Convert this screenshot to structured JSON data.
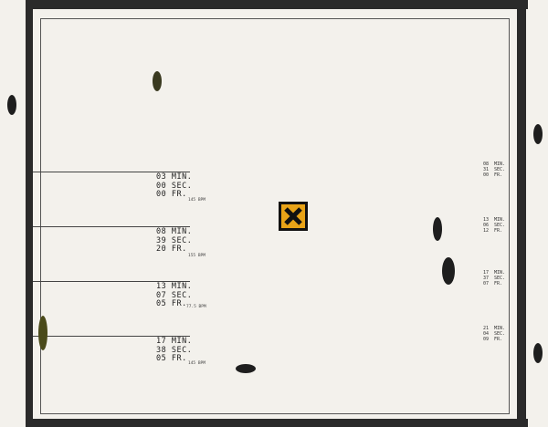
{
  "left_cues": [
    {
      "min": "03 MIN.",
      "sec": "00 SEC.",
      "fr": "00 FR.",
      "bpm": "145 BPM"
    },
    {
      "min": "08 MIN.",
      "sec": "39 SEC.",
      "fr": "20 FR.",
      "bpm": "155 BPM"
    },
    {
      "min": "13 MIN.",
      "sec": "07 SEC.",
      "fr": "05 FR.",
      "bpm": "77.5 BPM"
    },
    {
      "min": "17 MIN.",
      "sec": "38 SEC.",
      "fr": "05 FR.",
      "bpm": "145 BPM"
    }
  ],
  "right_cues": [
    {
      "min": "08  MIN.",
      "sec": "31  SEC.",
      "fr": "00  FR."
    },
    {
      "min": "13  MIN.",
      "sec": "06  SEC.",
      "fr": "12  FR."
    },
    {
      "min": "17  MIN.",
      "sec": "37  SEC.",
      "fr": "07  FR."
    },
    {
      "min": "21  MIN.",
      "sec": "04  SEC.",
      "fr": "09  FR."
    }
  ],
  "colors": {
    "frame": "#2a2a2a",
    "hazard": "#e8a317",
    "paper": "#f3f1ec"
  }
}
